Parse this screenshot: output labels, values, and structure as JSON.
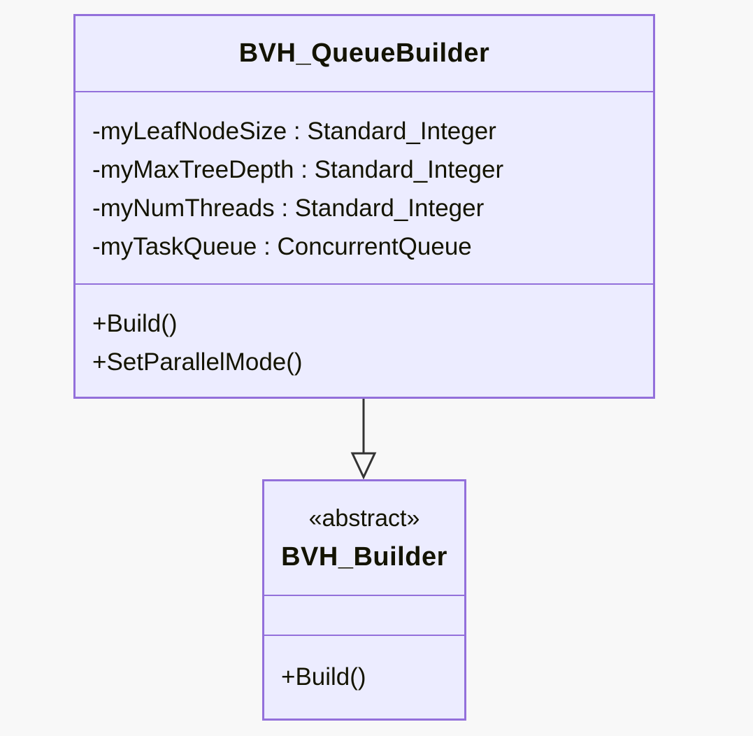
{
  "diagram": {
    "kind": "uml-class-diagram",
    "colors": {
      "page_background": "#f8f8f8",
      "node_fill": "#ECECFF",
      "node_border": "#9370DB",
      "edge_color": "#333333",
      "text_color": "#131300"
    },
    "classes": [
      {
        "title": "BVH_QueueBuilder",
        "attributes": [
          "-myLeafNodeSize : Standard_Integer",
          "-myMaxTreeDepth : Standard_Integer",
          "-myNumThreads : Standard_Integer",
          "-myTaskQueue : ConcurrentQueue"
        ],
        "methods": [
          "+Build()",
          "+SetParallelMode()"
        ]
      },
      {
        "stereotype": "«abstract»",
        "title": "BVH_Builder",
        "attributes": [],
        "methods": [
          "+Build()"
        ]
      }
    ],
    "relationship": {
      "type": "inheritance",
      "from": "BVH_QueueBuilder",
      "to": "BVH_Builder",
      "arrowhead": "hollow-triangle"
    }
  }
}
